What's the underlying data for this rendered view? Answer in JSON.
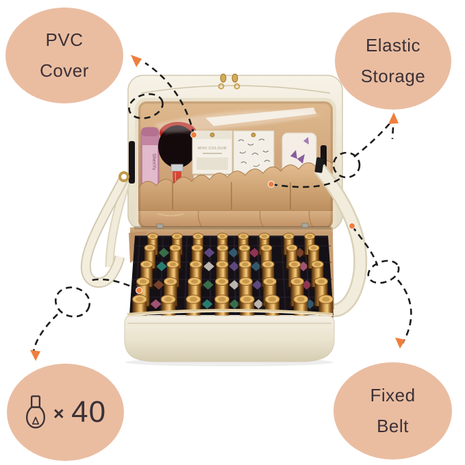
{
  "callouts": {
    "pvc_cover": {
      "line1": "PVC",
      "line2": "Cover"
    },
    "elastic_storage": {
      "line1": "Elastic",
      "line2": "Storage"
    },
    "bottle_capacity": {
      "times_symbol": "×",
      "count": "40"
    },
    "fixed_belt": {
      "line1": "Fixed",
      "line2": "Belt"
    }
  },
  "product": {
    "package_label": "MINI COLOUR",
    "tube_label": "ShenYu",
    "bottle_grid": {
      "rows": 5,
      "cols": 8,
      "total_bottles": 40
    },
    "bottle_colors": [
      "#3f7d52",
      "#b95f82",
      "#6a5190",
      "#2a8f80",
      "#a33c5e",
      "#d8d2c8",
      "#8a4a2e",
      "#37657d"
    ]
  },
  "colors": {
    "callout_fill": "#eabda1",
    "callout_text": "#3b3136",
    "arrow_line": "#1c1c1c",
    "arrowhead": "#ee7f3e",
    "case_cream": "#f2ecdf",
    "satin_tan": "#c89e6e",
    "foam_black": "#141016",
    "cap_gold": "#c9953f"
  }
}
